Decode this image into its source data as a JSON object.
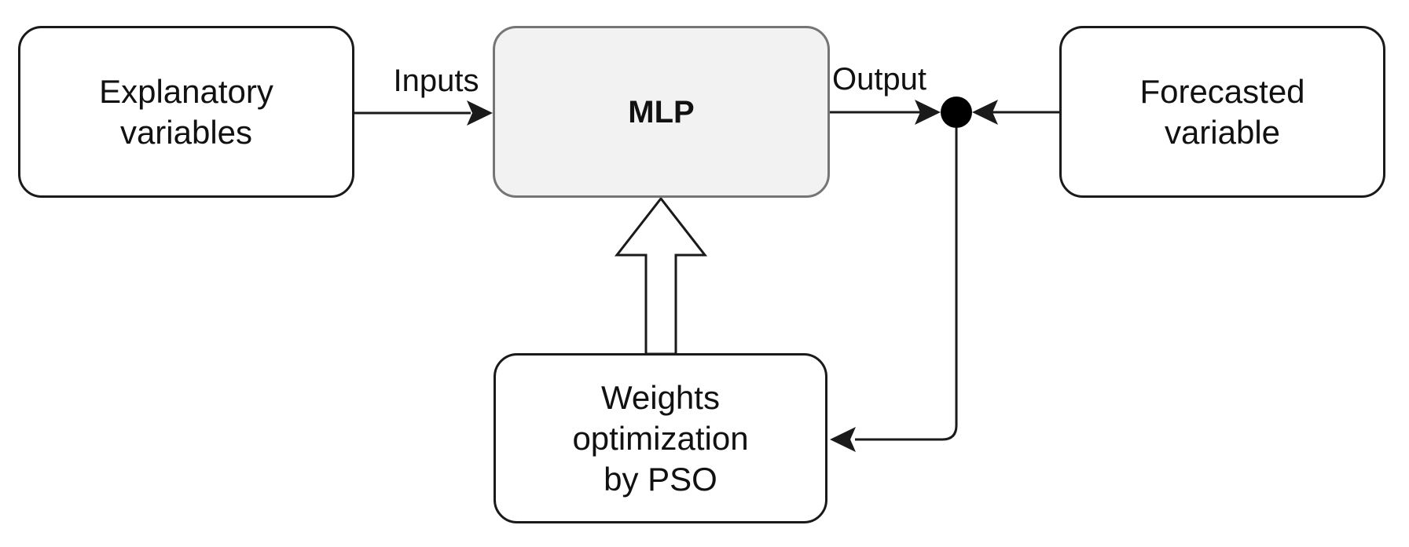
{
  "diagram": {
    "title": "MLP weights optimization by PSO flow diagram",
    "boxes": {
      "explanatory": {
        "label": "Explanatory\nvariables"
      },
      "mlp": {
        "label": "MLP"
      },
      "forecasted": {
        "label": "Forecasted\nvariable"
      },
      "pso": {
        "label": "Weights\noptimization\nby PSO"
      }
    },
    "edges": {
      "inputs_label": "Inputs",
      "output_label": "Output"
    },
    "colors": {
      "box_fill": "#ffffff",
      "box_border": "#1a1a1a",
      "mlp_fill": "#f2f2f2",
      "mlp_border": "#757575",
      "arrow": "#1a1a1a",
      "junction_dot": "#000000",
      "text": "#111111"
    }
  }
}
